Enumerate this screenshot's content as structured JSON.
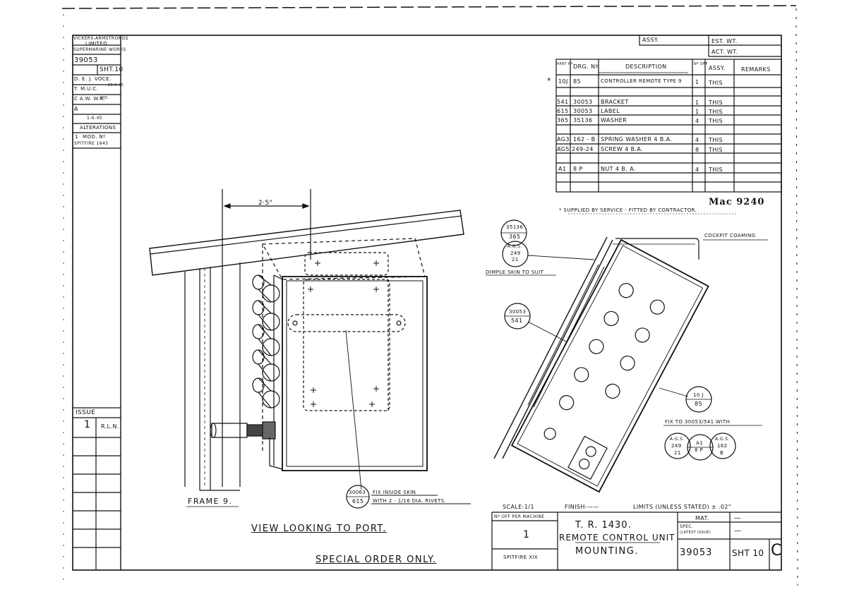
{
  "sidebar": {
    "company": "Vickers-Armstrongs Limited",
    "company_line1": "Vickers-Armstrongs",
    "company_line2": "Limited",
    "works": "Supermarine Works",
    "drawing_no": "39053",
    "sheet": "SHT.10",
    "drawn_by": "D. E. J. Voce.",
    "traced_by": "T. M.U.C.",
    "traced_date": "26-6-45",
    "checked_by": "C A.W. W.A.",
    "checked_note": "APD.",
    "approved": "A",
    "date": "1-6-45",
    "alterations_label": "Alterations",
    "alteration_1_no": "1",
    "alteration_1_text": "Mod. Nº",
    "alteration_1_text2": "Spitfire 1645",
    "issue_label": "Issue",
    "issue_value": "1",
    "issue_initials": "R.L.N."
  },
  "header_box": {
    "assy": "Assy.",
    "est_wt": "Est. Wt.",
    "act_wt": "Act. Wt."
  },
  "parts_table": {
    "headers": [
      "Part Nº",
      "Drg. Nº",
      "Description",
      "Nº Off",
      "Assy.",
      "Remarks"
    ],
    "star": "*",
    "rows": [
      {
        "part": "10J",
        "drg": "85",
        "desc": "Controller Remote Type 9",
        "off": "1",
        "assy": "This"
      },
      {
        "part": "541",
        "drg": "30053",
        "desc": "Bracket",
        "off": "1",
        "assy": "This"
      },
      {
        "part": "615",
        "drg": "30053",
        "desc": "Label",
        "off": "1",
        "assy": "This"
      },
      {
        "part": "365",
        "drg": "35136",
        "desc": "Washer",
        "off": "4",
        "assy": "This"
      },
      {
        "part": "AG3",
        "drg": "162 - B",
        "desc": "Spring Washer 4 B.A.",
        "off": "4",
        "assy": "This"
      },
      {
        "part": "AG5",
        "drg": "249-24",
        "desc": "Screw 4 B.A.",
        "off": "8",
        "assy": "This"
      },
      {
        "part": "A1",
        "drg": "8 P",
        "desc": "Nut 4 B. A.",
        "off": "4",
        "assy": "This"
      }
    ],
    "mac_stamp": "Mac 9240",
    "footnote": "* Supplied by Service - Fitted by Contractor."
  },
  "left_view": {
    "dimension": "2·5\"",
    "frame_label": "FRAME 9.",
    "balloon_top": "30063",
    "balloon_bottom": "615",
    "callout_line1": "Fix Inside Skin",
    "callout_line2": "With 2 - 1/16 Dia. Rivets.",
    "view_caption": "VIEW LOOKING TO PORT.",
    "order_caption": "SPECIAL ORDER ONLY."
  },
  "right_view": {
    "b1_top": "35136",
    "b1_bot": "365",
    "b2_top": "A.G.S.",
    "b2_mid": "249",
    "b2_bot": "21",
    "dimple_label": "Dimple Skin To Suit",
    "coaming_label": "Cockpit Coaming",
    "b3_top": "30053",
    "b3_bot": "541",
    "b4_top": "10 J",
    "b4_bot": "85",
    "fix_label": "Fix To 30053/541 With",
    "f1_top": "A.G.S.",
    "f1_mid": "249",
    "f1_bot": "21",
    "f2_top": "A1",
    "f2_bot": "8 P",
    "f3_top": "A.G.S.",
    "f3_mid": "162",
    "f3_bot": "B"
  },
  "title_block": {
    "scale": "Scale-1/1",
    "finish": "Finish-——",
    "limits": "Limits (Unless Stated) ± .02\"",
    "off_per_machine_label": "Nº Off Per Machine",
    "off_per_machine": "1",
    "aircraft": "Spitfire XIX",
    "title1": "T. R. 1430.",
    "title2": "REMOTE CONTROL UNIT",
    "title3": "MOUNTING.",
    "mat_label": "Mat.",
    "mat_value": "—",
    "spec_label": "Spec.",
    "spec_sub": "(Latest Issue)",
    "spec_value": "—",
    "drawing_no": "39053",
    "sheet": "SHT 10",
    "issue_letter": "C"
  }
}
